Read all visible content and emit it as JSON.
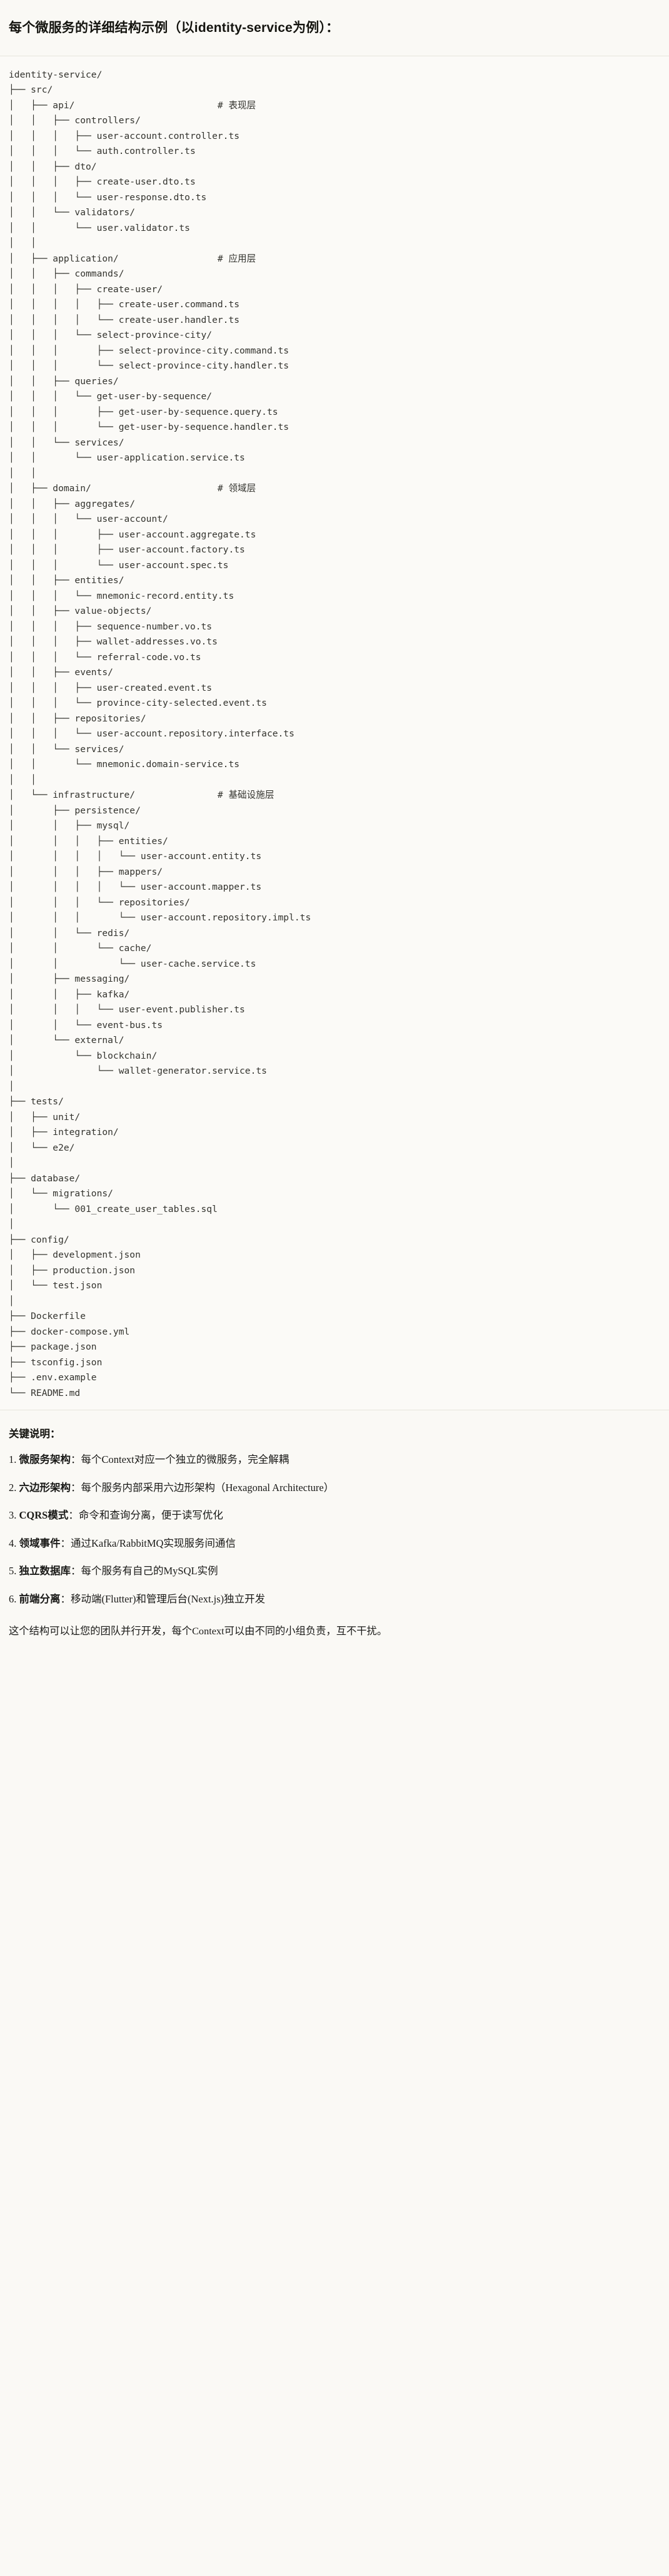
{
  "title": "每个微服务的详细结构示例（以identity-service为例）：",
  "tree": {
    "text": "identity-service/\n├── src/\n│   ├── api/                          # 表现层\n│   │   ├── controllers/\n│   │   │   ├── user-account.controller.ts\n│   │   │   └── auth.controller.ts\n│   │   ├── dto/\n│   │   │   ├── create-user.dto.ts\n│   │   │   └── user-response.dto.ts\n│   │   └── validators/\n│   │       └── user.validator.ts\n│   │\n│   ├── application/                  # 应用层\n│   │   ├── commands/\n│   │   │   ├── create-user/\n│   │   │   │   ├── create-user.command.ts\n│   │   │   │   └── create-user.handler.ts\n│   │   │   └── select-province-city/\n│   │   │       ├── select-province-city.command.ts\n│   │   │       └── select-province-city.handler.ts\n│   │   ├── queries/\n│   │   │   └── get-user-by-sequence/\n│   │   │       ├── get-user-by-sequence.query.ts\n│   │   │       └── get-user-by-sequence.handler.ts\n│   │   └── services/\n│   │       └── user-application.service.ts\n│   │\n│   ├── domain/                       # 领域层\n│   │   ├── aggregates/\n│   │   │   └── user-account/\n│   │   │       ├── user-account.aggregate.ts\n│   │   │       ├── user-account.factory.ts\n│   │   │       └── user-account.spec.ts\n│   │   ├── entities/\n│   │   │   └── mnemonic-record.entity.ts\n│   │   ├── value-objects/\n│   │   │   ├── sequence-number.vo.ts\n│   │   │   ├── wallet-addresses.vo.ts\n│   │   │   └── referral-code.vo.ts\n│   │   ├── events/\n│   │   │   ├── user-created.event.ts\n│   │   │   └── province-city-selected.event.ts\n│   │   ├── repositories/\n│   │   │   └── user-account.repository.interface.ts\n│   │   └── services/\n│   │       └── mnemonic.domain-service.ts\n│   │\n│   └── infrastructure/               # 基础设施层\n│       ├── persistence/\n│       │   ├── mysql/\n│       │   │   ├── entities/\n│       │   │   │   └── user-account.entity.ts\n│       │   │   ├── mappers/\n│       │   │   │   └── user-account.mapper.ts\n│       │   │   └── repositories/\n│       │   │       └── user-account.repository.impl.ts\n│       │   └── redis/\n│       │       └── cache/\n│       │           └── user-cache.service.ts\n│       ├── messaging/\n│       │   ├── kafka/\n│       │   │   └── user-event.publisher.ts\n│       │   └── event-bus.ts\n│       └── external/\n│           └── blockchain/\n│               └── wallet-generator.service.ts\n│\n├── tests/\n│   ├── unit/\n│   ├── integration/\n│   └── e2e/\n│\n├── database/\n│   └── migrations/\n│       └── 001_create_user_tables.sql\n│\n├── config/\n│   ├── development.json\n│   ├── production.json\n│   └── test.json\n│\n├── Dockerfile\n├── docker-compose.yml\n├── package.json\n├── tsconfig.json\n├── .env.example\n└── README.md"
  },
  "notes": {
    "heading": "关键说明：",
    "items": [
      {
        "num": "1.",
        "term": "微服务架构",
        "desc": "：每个Context对应一个独立的微服务，完全解耦"
      },
      {
        "num": "2.",
        "term": "六边形架构",
        "desc": "：每个服务内部采用六边形架构（Hexagonal Architecture）"
      },
      {
        "num": "3.",
        "term": "CQRS模式",
        "desc": "：命令和查询分离，便于读写优化"
      },
      {
        "num": "4.",
        "term": "领域事件",
        "desc": "：通过Kafka/RabbitMQ实现服务间通信"
      },
      {
        "num": "5.",
        "term": "独立数据库",
        "desc": "：每个服务有自己的MySQL实例"
      },
      {
        "num": "6.",
        "term": "前端分离",
        "desc": "：移动端(Flutter)和管理后台(Next.js)独立开发"
      }
    ],
    "closing": "这个结构可以让您的团队并行开发，每个Context可以由不同的小组负责，互不干扰。"
  }
}
